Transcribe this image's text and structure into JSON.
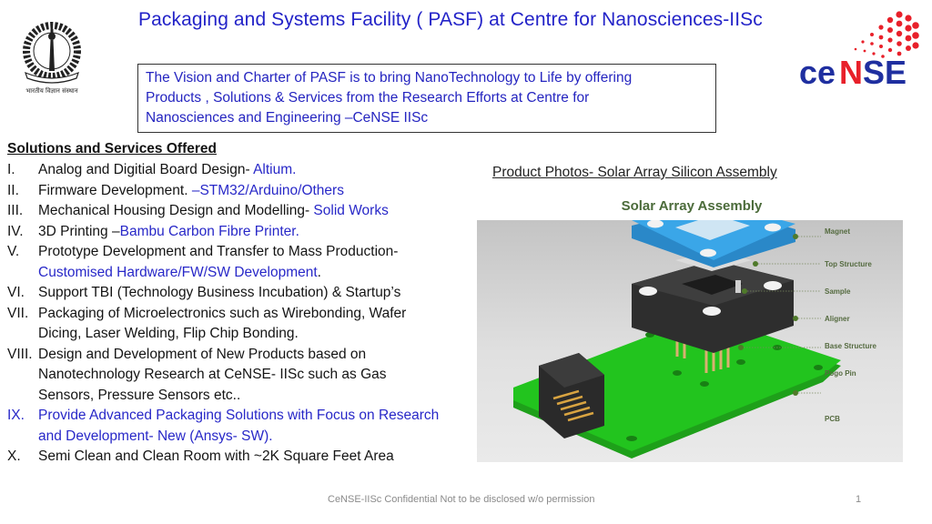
{
  "header": {
    "title": "Packaging and Systems  Facility ( PASF) at Centre for Nanosciences-IISc",
    "left_logo": "iisc-emblem",
    "left_logo_caption": "भारतीय विज्ञान संस्थान",
    "right_logo_text": "CeNSE",
    "right_logo_colors": {
      "blue": "#1f2fa0",
      "red": "#e8202a"
    }
  },
  "vision": {
    "lines": [
      "The Vision and Charter of PASF is to bring NanoTechnology to Life by offering",
      "Products , Solutions & Services  from the Research Efforts at Centre for",
      "Nanosciences and Engineering –CeNSE IISc"
    ]
  },
  "services": {
    "heading": "Solutions and Services Offered",
    "items": [
      {
        "num": "I.",
        "text": "Analog and Digitial Board Design- ",
        "highlight": "Altium."
      },
      {
        "num": "II.",
        "text": "Firmware Development. ",
        "highlight": "–STM32/Arduino/Others"
      },
      {
        "num": "III.",
        "text": "Mechanical Housing Design and Modelling- ",
        "highlight": "Solid Works"
      },
      {
        "num": "IV.",
        "text": "3D Printing –",
        "highlight": "Bambu Carbon Fibre Printer."
      },
      {
        "num": "V.",
        "text": "Prototype Development and Transfer to Mass Production-",
        "highlight": "Customised Hardware/FW/SW Development",
        "suffix": "."
      },
      {
        "num": "VI.",
        "text": "Support TBI (Technology Business Incubation) & Startup’s"
      },
      {
        "num": "VII.",
        "text": "Packaging of Microelectronics such as Wirebonding, Wafer Dicing, Laser Welding, Flip Chip Bonding."
      },
      {
        "num": "VIII.",
        "text": "Design and Development of New Products based on Nanotechnology Research at CeNSE- IISc such as Gas Sensors, Pressure Sensors etc.."
      },
      {
        "num": "IX.",
        "highlight": "Provide Advanced Packaging Solutions with Focus on Research and Development- New (Ansys- SW)."
      },
      {
        "num": "X.",
        "text": "Semi Clean and Clean Room with ~2K Square Feet Area"
      }
    ]
  },
  "product": {
    "heading": "Product Photos- Solar Array Silicon Assembly",
    "image_title": "Solar Array Assembly",
    "labels": [
      "Magnet",
      "Top Structure",
      "Sample",
      "Aligner",
      "Base Structure",
      "Pogo Pin",
      "PCB"
    ]
  },
  "footer": {
    "text": "CeNSE-IISc Confidential Not to be disclosed w/o permission",
    "page": "1"
  },
  "colors": {
    "title_blue": "#2323c8",
    "highlight_blue": "#2828c8",
    "label_green": "#556b40",
    "pcb_green": "#22c41e",
    "top_blue": "#3aa6e8"
  }
}
